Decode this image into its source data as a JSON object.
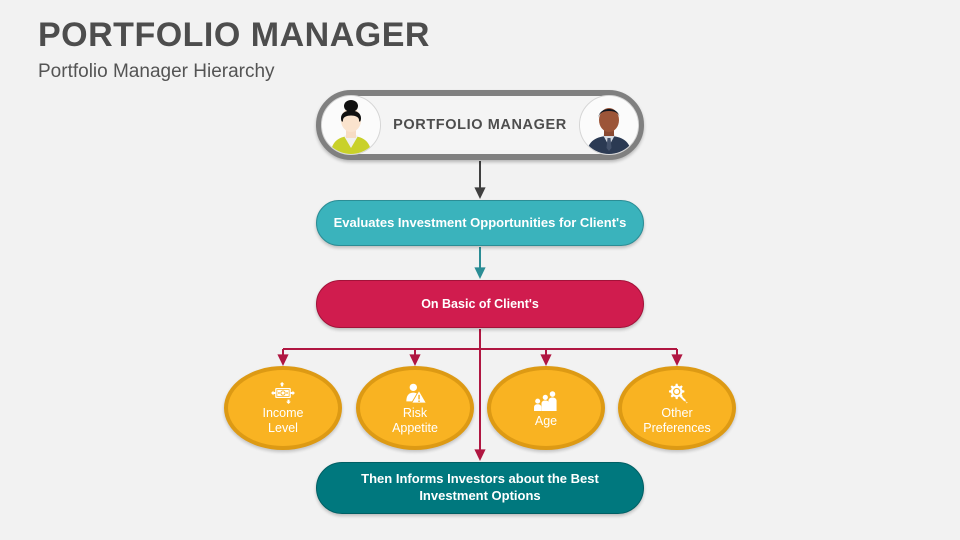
{
  "slide": {
    "title": "PORTFOLIO MANAGER",
    "subtitle": "Portfolio Manager Hierarchy",
    "background_color": "#f2f2f2"
  },
  "header_node": {
    "label": "PORTFOLIO MANAGER",
    "border_color": "#808080",
    "fill_color": "#f4f4f4",
    "avatars": [
      {
        "name": "female-professional-avatar",
        "position": "left"
      },
      {
        "name": "male-professional-avatar",
        "position": "right"
      }
    ]
  },
  "process_boxes": [
    {
      "id": "evaluates",
      "text": "Evaluates Investment Opportunities for Client's",
      "fill_color": "#3ab3bc",
      "border_color": "#2b8d95"
    },
    {
      "id": "basis",
      "text": "On Basic of Client's",
      "fill_color": "#d01c4e",
      "border_color": "#a21239"
    },
    {
      "id": "informs",
      "text": "Then Informs Investors about the Best Investment Options",
      "fill_color": "#00787e",
      "border_color": "#005f64"
    }
  ],
  "criteria_nodes": [
    {
      "label": "Income\nLevel",
      "icon": "banknote-money-icon",
      "fill_color": "#f9b322",
      "border_color": "#dd9a14"
    },
    {
      "label": "Risk\nAppetite",
      "icon": "person-warning-icon",
      "fill_color": "#f9b322",
      "border_color": "#dd9a14"
    },
    {
      "label": "Age",
      "icon": "people-group-icon",
      "fill_color": "#f9b322",
      "border_color": "#dd9a14"
    },
    {
      "label": "Other\nPreferences",
      "icon": "gear-wrench-icon",
      "fill_color": "#f9b322",
      "border_color": "#dd9a14"
    }
  ],
  "connectors": {
    "manager_to_evaluates_color": "#404040",
    "evaluates_to_basis_color": "#2b8d95",
    "basis_to_criteria_color": "#b01641",
    "basis_to_informs_color": "#b01641"
  }
}
